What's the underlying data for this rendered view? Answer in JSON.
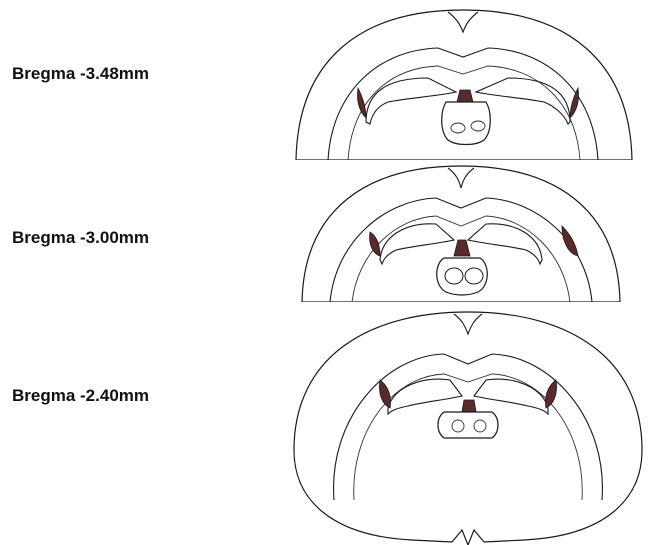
{
  "labels": {
    "section1": "Bregma -3.48mm",
    "section2": "Bregma -3.00mm",
    "section3": "Bregma -2.40mm"
  },
  "colors": {
    "region_fill": "#5a2a2a",
    "outline": "#1a1a1a",
    "background": "#ffffff"
  }
}
